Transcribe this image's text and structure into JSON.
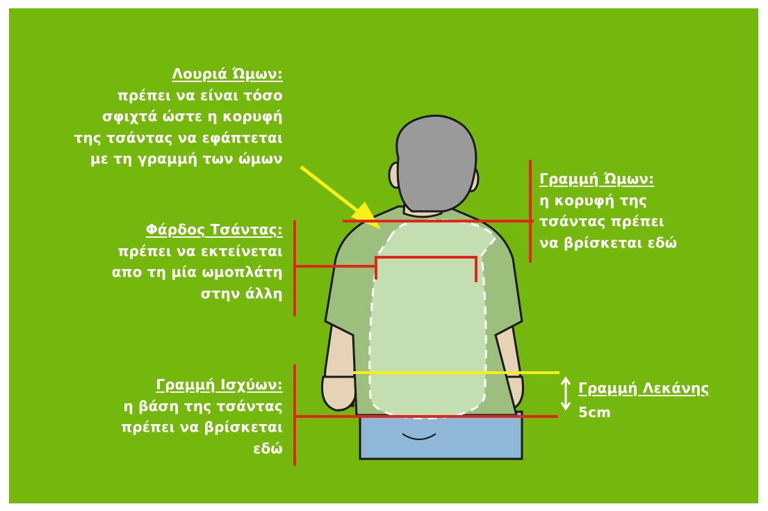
{
  "labels": {
    "straps": {
      "title": "Λουριά Ώμων:",
      "lines": [
        "πρέπει να είναι τόσο",
        "σφιχτά ώστε η κορυφή",
        "της τσάντας να εφάπτεται",
        "με τη γραμμή των ώμων"
      ]
    },
    "shoulder_line": {
      "title": "Γραμμή Ώμων:",
      "lines": [
        "η κορυφή της",
        "τσάντας πρέπει",
        "να βρίσκεται εδώ"
      ]
    },
    "bag_width": {
      "title": "Φάρδος Τσάντας:",
      "lines": [
        "πρέπει να εκτείνεται",
        "απο τη μία ωμοπλάτη",
        "στην άλλη"
      ]
    },
    "hip_line": {
      "title": "Γραμμή Ισχύων:",
      "lines": [
        "η βάση της τσάντας",
        "πρέπει να βρίσκεται",
        "εδώ"
      ]
    },
    "pelvis_line": {
      "title": "Γραμμή Λεκάνης"
    },
    "distance": {
      "value": "5cm"
    }
  },
  "colors": {
    "background": "#75b80d",
    "marker_red": "#e1261c",
    "marker_yellow": "#f6f01a",
    "text": "#ffffff",
    "shirt": "#9dbf7d",
    "backpack_area": "#c3deb0",
    "hair": "#9a9a9a",
    "skin": "#e6d3b5",
    "jeans": "#8fb8d8"
  }
}
